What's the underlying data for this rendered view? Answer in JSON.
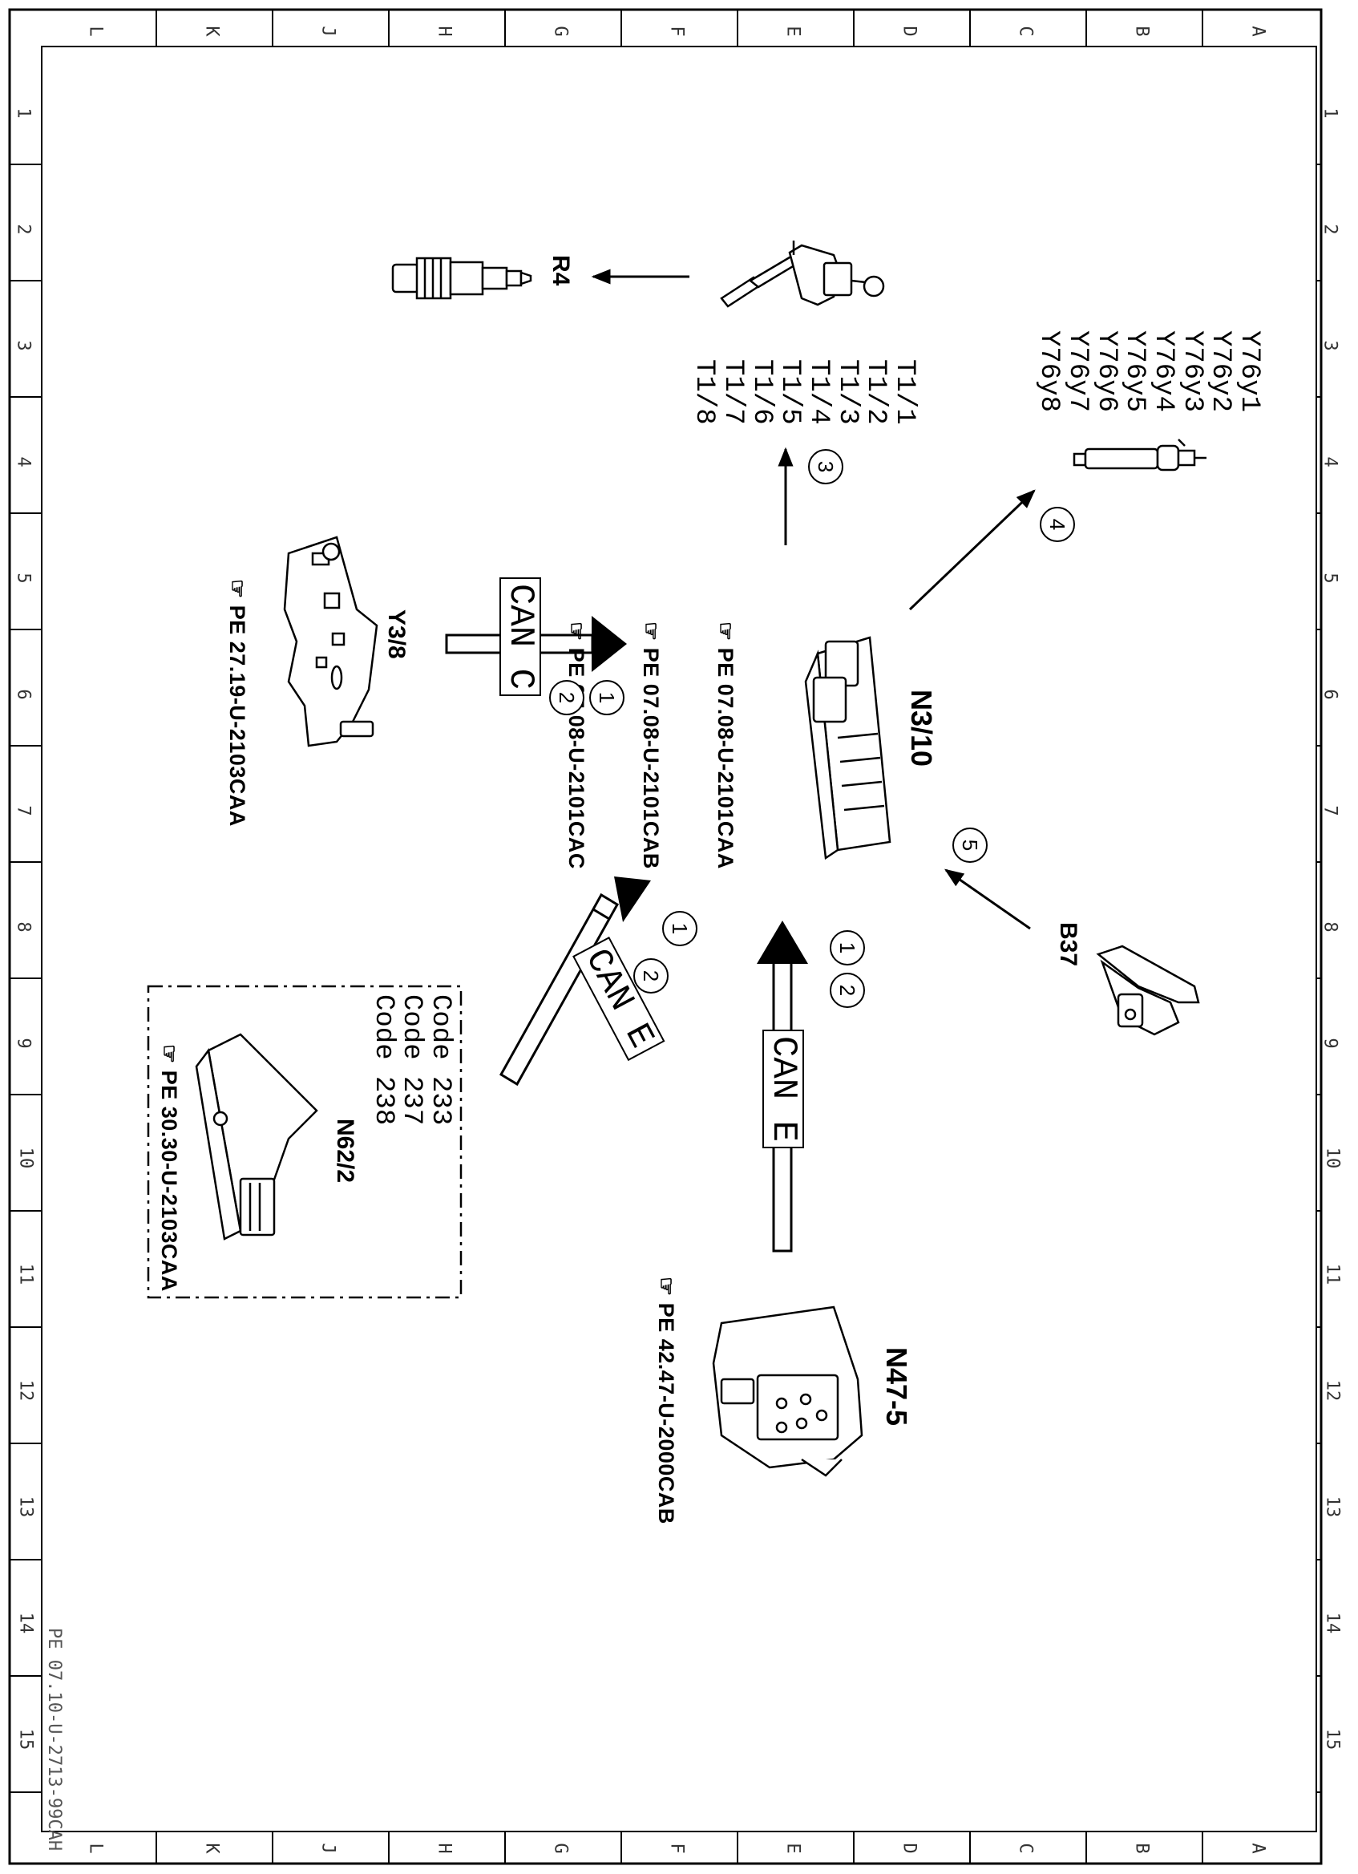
{
  "frame": {
    "columns": [
      "A",
      "B",
      "C",
      "D",
      "E",
      "F",
      "G",
      "H",
      "J",
      "K",
      "L"
    ],
    "rows": [
      "1",
      "2",
      "3",
      "4",
      "5",
      "6",
      "7",
      "8",
      "9",
      "10",
      "11",
      "12",
      "13",
      "14",
      "15"
    ],
    "document_ref": "PE 07.10-U-2713-99CAH"
  },
  "components": {
    "r4": {
      "label": "R4"
    },
    "t1": {
      "labels": "T1/1\nT1/2\nT1/3\nT1/4\nT1/5\nT1/6\nT1/7\nT1/8"
    },
    "y76": {
      "labels": "Y76y1\nY76y2\nY76y3\nY76y4\nY76y5\nY76y6\nY76y7\nY76y8"
    },
    "y3_8": {
      "label": "Y3/8",
      "ref": "PE 27.19-U-2103CAA"
    },
    "n3_10": {
      "label": "N3/10",
      "refs": [
        "PE 07.08-U-2101CAA",
        "PE 07.08-U-2101CAB",
        "PE 07.08-U-2101CAC"
      ]
    },
    "b37": {
      "label": "B37"
    },
    "n62_2": {
      "label": "N62/2",
      "codes": "Code 233\nCode 237\nCode 238",
      "ref": "PE 30.30-U-2103CAA"
    },
    "n47_5": {
      "label": "N47-5",
      "ref": "PE 42.47-U-2000CAB"
    }
  },
  "buses": {
    "can_c": {
      "label": "CAN C"
    },
    "can_e_diag": {
      "label": "CAN E"
    },
    "can_e_vert": {
      "label": "CAN E"
    }
  },
  "callouts": {
    "c1": "1",
    "c2": "2",
    "c3": "3",
    "c4": "4",
    "c5": "5"
  }
}
